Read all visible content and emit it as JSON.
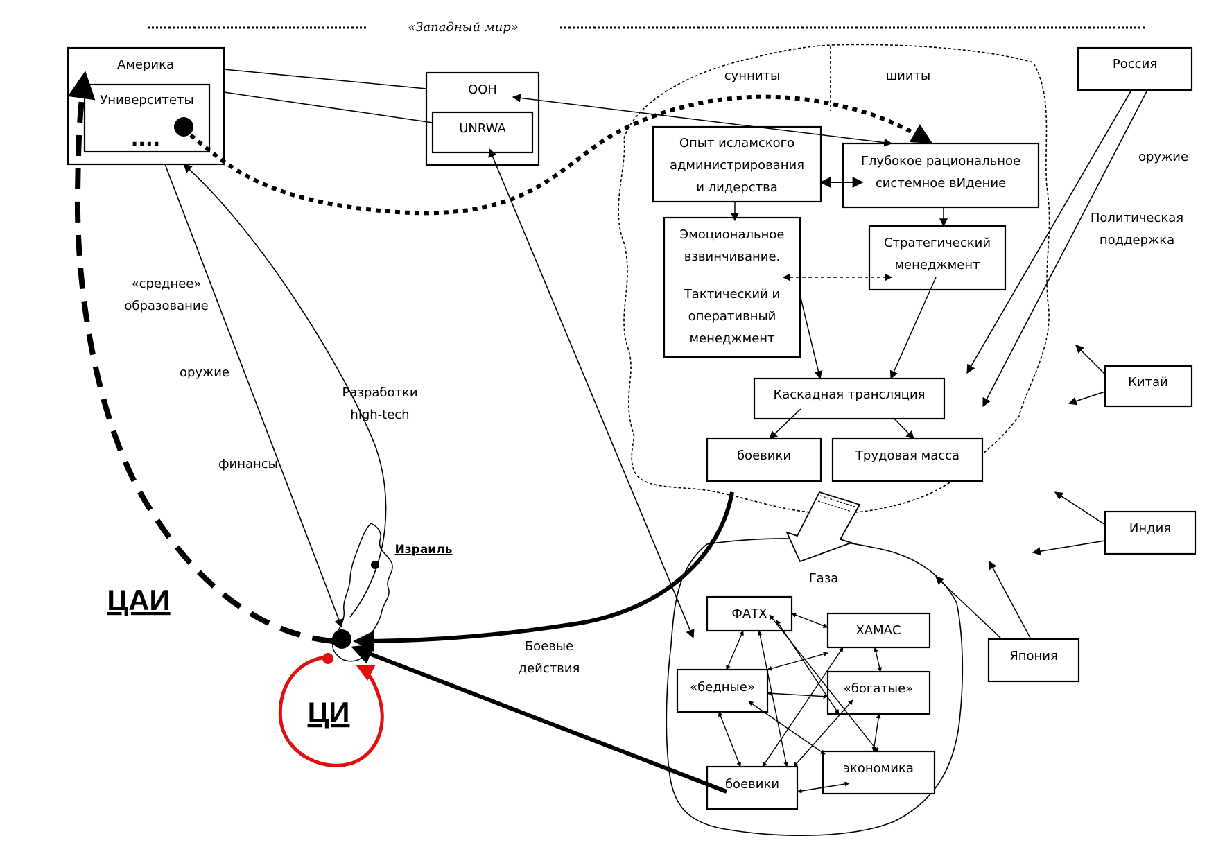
{
  "header": {
    "western_world": "«Западный мир»"
  },
  "america": {
    "title": "Америка",
    "universities": "Университеты",
    "dots": "...."
  },
  "un": {
    "title": "ООН",
    "unrwa": "UNRWA"
  },
  "islamic": {
    "sunni": "сунниты",
    "shia": "шииты",
    "admin": [
      "Опыт исламского",
      "администрирования",
      "и лидерства"
    ],
    "vision": [
      "Глубокое рациональное",
      "системное вИдение"
    ],
    "emotional": [
      "Эмоциональное",
      "взвинчивание."
    ],
    "tactical": [
      "Тактический и",
      "оперативный",
      "менеджмент"
    ],
    "strategic": [
      "Стратегический",
      "менеджмент"
    ],
    "cascade": "Каскадная трансляция",
    "fighters": "боевики",
    "labor": "Трудовая масса"
  },
  "gaza": {
    "title": "Газа",
    "fatah": "ФАТХ",
    "hamas": "ХАМАС",
    "poor": "«бедные»",
    "rich": "«богатые»",
    "fighters": "боевики",
    "economy": "экономика"
  },
  "powers": {
    "russia": "Россия",
    "china": "Китай",
    "india": "Индия",
    "japan": "Япония"
  },
  "labels": {
    "weapons_right": "оружие",
    "political_support": [
      "Политическая",
      "поддержка"
    ],
    "secondary_edu": [
      "«среднее»",
      "образование"
    ],
    "weapons_left": "оружие",
    "finances": "финансы",
    "hightech": [
      "Разработки",
      "high-tech"
    ],
    "combat": [
      "Боевые",
      "действия"
    ],
    "israel": "Израиль",
    "cai": "ЦАИ",
    "ci": "ЦИ"
  },
  "colors": {
    "ink": "#000000",
    "accent_red": "#e01010"
  }
}
